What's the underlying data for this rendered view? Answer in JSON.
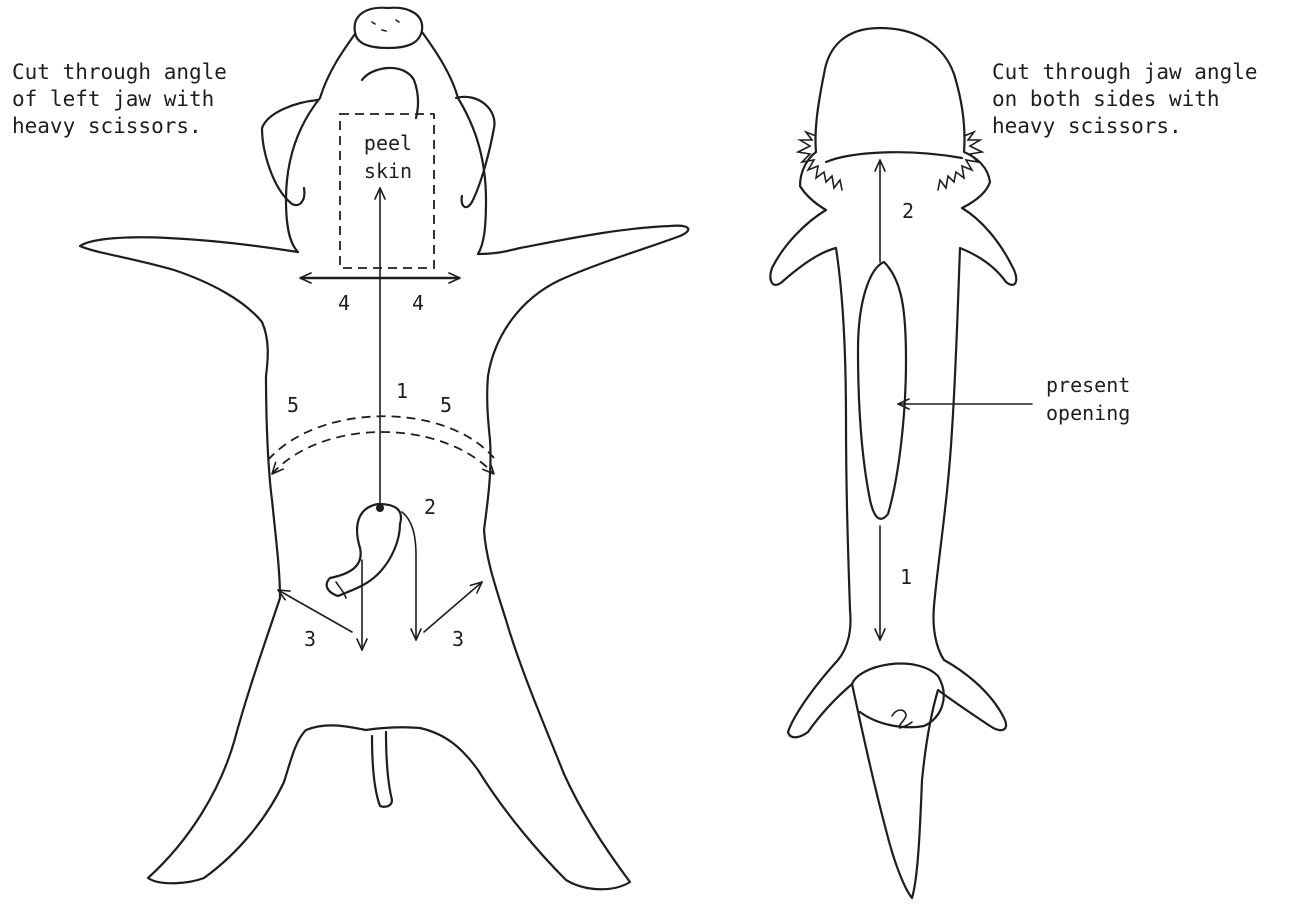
{
  "left_figure": {
    "caption_lines": [
      "Cut through angle",
      "of left jaw with",
      "heavy scissors."
    ],
    "inset_label_lines": [
      "peel",
      "skin"
    ],
    "cut_labels": {
      "c1": "1",
      "c2": "2",
      "c3_left": "3",
      "c3_right": "3",
      "c4_left": "4",
      "c4_right": "4",
      "c5_left": "5",
      "c5_right": "5"
    }
  },
  "right_figure": {
    "caption_lines": [
      "Cut through jaw angle",
      "on both sides with",
      "heavy scissors."
    ],
    "opening_label_lines": [
      "present",
      "opening"
    ],
    "cut_labels": {
      "c1": "1",
      "c2": "2"
    }
  },
  "colors": {
    "ink": "#1e1e1e",
    "paper": "#ffffff"
  }
}
